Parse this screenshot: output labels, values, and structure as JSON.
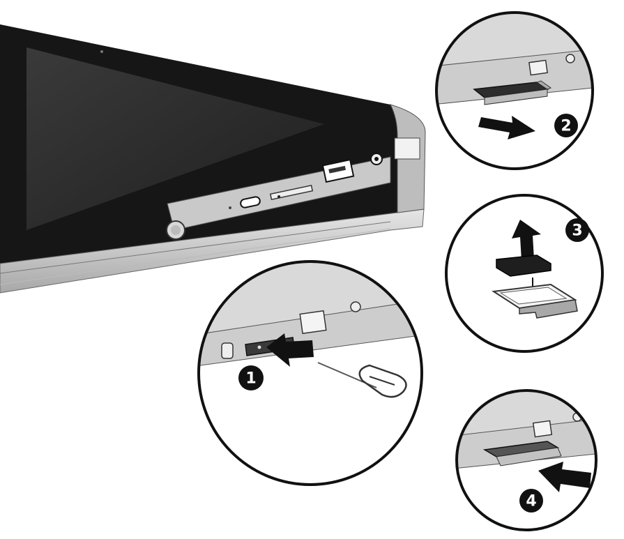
{
  "figure": {
    "description_icons": [
      "tablet-icon",
      "sim-ejector-pin-icon",
      "sim-tray-icon",
      "sim-card-icon",
      "arrow-icon"
    ],
    "steps": [
      {
        "number": "1"
      },
      {
        "number": "2"
      },
      {
        "number": "3"
      },
      {
        "number": "4"
      }
    ]
  },
  "colors": {
    "ink": "#111111",
    "screen": "#2b2b2b",
    "bezel": "#1a1a1a",
    "metal": "#d4d4d4",
    "metal_dark": "#9a9a9a",
    "background": "#ffffff"
  }
}
